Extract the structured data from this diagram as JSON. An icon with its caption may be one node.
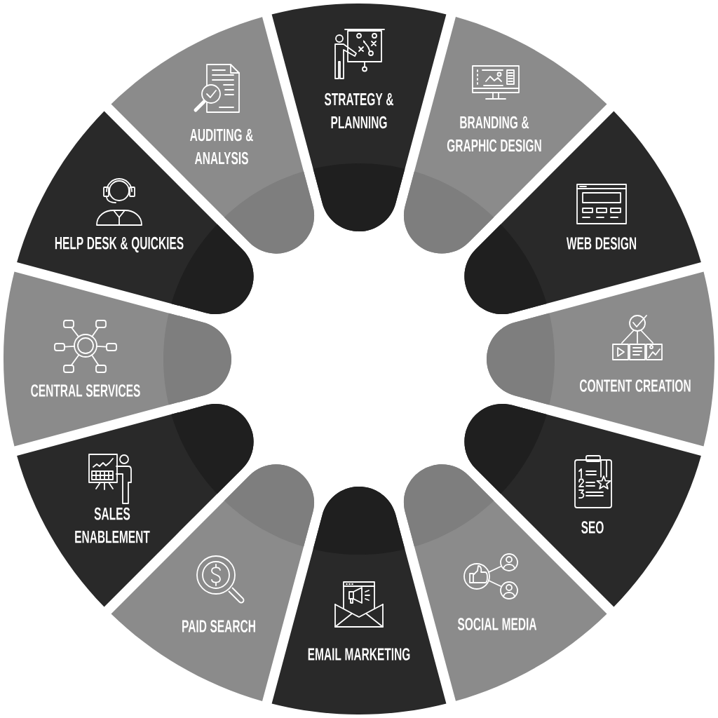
{
  "diagram": {
    "nodes": [
      {
        "text": [
          "STRATEGY & PLANNING"
        ]
      },
      {
        "text": [
          "BRANDING & GRAPHIC DESIGN"
        ]
      },
      {
        "text": [
          "WEB DESIGN"
        ]
      },
      {
        "text": [
          "CONTENT CREATION"
        ]
      },
      {
        "text": [
          "SEO"
        ]
      },
      {
        "text": [
          "SOCIAL MEDIA"
        ]
      },
      {
        "text": [
          "EMAIL MARKETING"
        ]
      },
      {
        "text": [
          "PAID SEARCH"
        ]
      },
      {
        "text": [
          "SALES ENABLEMENT"
        ]
      },
      {
        "text": [
          "CENTRAL SERVICES"
        ]
      },
      {
        "text": [
          "HELP DESK & QUICKIES"
        ]
      },
      {
        "text": [
          "AUDITING & ANALYSIS"
        ]
      }
    ]
  }
}
